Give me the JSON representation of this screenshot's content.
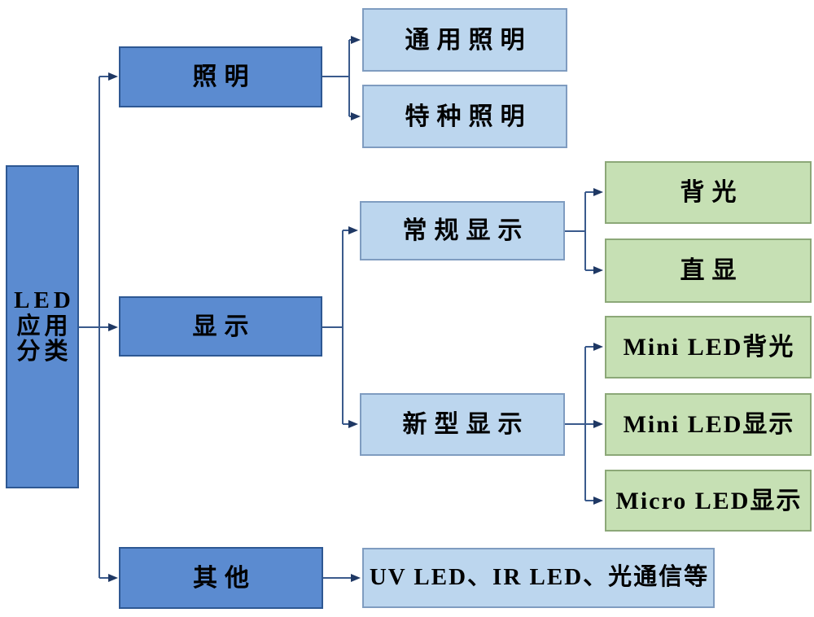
{
  "diagram": {
    "root": {
      "label": "LED 应用分类",
      "lines": [
        "LED",
        "应用",
        "分类"
      ]
    },
    "branches": [
      {
        "label": "照明",
        "children": [
          {
            "label": "通用照明"
          },
          {
            "label": "特种照明"
          }
        ]
      },
      {
        "label": "显示",
        "children": [
          {
            "label": "常规显示",
            "children": [
              {
                "label": "背光"
              },
              {
                "label": "直显"
              }
            ]
          },
          {
            "label": "新型显示",
            "children": [
              {
                "label": "Mini LED背光"
              },
              {
                "label": "Mini LED显示"
              },
              {
                "label": "Micro LED显示"
              }
            ]
          }
        ]
      },
      {
        "label": "其他",
        "children": [
          {
            "label": "UV LED、IR LED、光通信等"
          }
        ]
      }
    ]
  },
  "colors": {
    "background": "#FFFFFF",
    "text_color": "#000000",
    "node_blue": "#5B8BD0",
    "node_blue_border": "#2E5893",
    "node_light_blue": "#BCD6EE",
    "node_light_blue_border": "#7F9CC0",
    "node_green": "#C6E0B4",
    "node_green_border": "#8CA878",
    "line_color": "#3A5A8C",
    "arrow_color": "#1F3864"
  }
}
